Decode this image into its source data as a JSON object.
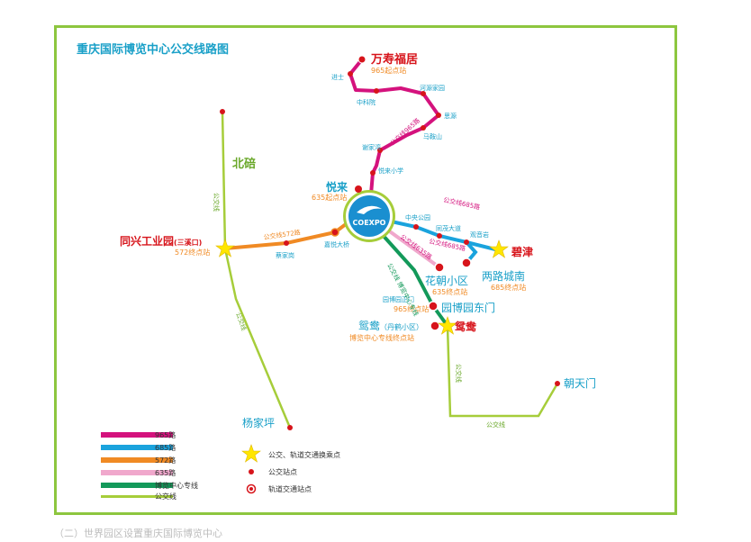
{
  "title": "重庆国际博览中心公交线路图",
  "hub_label": "COEXPO",
  "colors": {
    "line_965": "#d4127d",
    "line_685": "#1aa3dd",
    "line_572": "#f08a24",
    "line_635": "#f0a8cc",
    "line_expo": "#13995a",
    "line_bus": "#a6cd3a",
    "station": "#d7141b",
    "transfer": "#ffe600"
  },
  "stations": {
    "wanshoufuju": "万寿福居",
    "wanshoufuju_note": "965起点站",
    "jinshi": "进士",
    "zhongkeyuan": "中科院",
    "heyuanjiayuan": "河源家园",
    "siyuan": "思源",
    "maanshan": "马鞍山",
    "xiejiawan": "谢家湾",
    "yuelaixiaoxue": "悦来小学",
    "yuelai": "悦来",
    "yuelai_note": "635起点站",
    "beibei": "北碚",
    "tongxing": "同兴工业园",
    "tongxing_sub": "(三溪口)",
    "tongxing_note": "572终点站",
    "caijiagang": "蔡家岗",
    "jiayuedaqiao": "嘉悦大桥",
    "zhongyanggongyuan": "中央公园",
    "tongmaodadao": "同茂大道",
    "guanyinyan": "观音岩",
    "bijin": "碧津",
    "liangluchengnan": "两路城南",
    "liangluchengnan_note": "685终点站",
    "huachaoxiaoqu": "花朝小区",
    "huachaoxiaoqu_note": "635终点站",
    "yuanboyuanzhengmen": "园博园正门",
    "yuanboyuandongmen": "园博园东门",
    "yuanboyuan_note": "965终点站",
    "yuanyang": "鸳鸯",
    "yuanyang_sub": "（丹鹤小区）",
    "yuanyang_note": "博览中心专线终点站",
    "yuanyang_red": "鸳鸯",
    "yangjiaping": "杨家坪",
    "chaotianmen": "朝天门"
  },
  "line_labels": {
    "g1": "公交线",
    "g2": "公交线",
    "g3": "公交线",
    "g4": "公交线",
    "r572": "公交线572路",
    "r965": "公交线965路",
    "r685a": "公交线685路",
    "r685b": "公交线685路",
    "r635": "公交线635路",
    "rexpo": "公交线 博览中心专线"
  },
  "legend": {
    "lines": [
      "965路",
      "685路",
      "572路",
      "635路",
      "博览中心专线",
      "公交线"
    ],
    "symbols": [
      "公交、轨道交通换乘点",
      "公交站点",
      "轨道交通站点"
    ]
  },
  "caption": "（二）世界园区设置重庆国际博览中心"
}
